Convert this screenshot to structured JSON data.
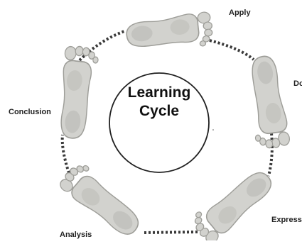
{
  "diagram": {
    "center_lines": [
      "Learning",
      "Cycle"
    ],
    "stages": [
      {
        "key": "apply",
        "label": "Apply"
      },
      {
        "key": "do",
        "label": "Do"
      },
      {
        "key": "express",
        "label": "Express"
      },
      {
        "key": "analysis",
        "label": "Analysis"
      },
      {
        "key": "conclusion",
        "label": "Conclusion"
      }
    ],
    "colors": {
      "footprint_fill": "#d2d2ce",
      "footprint_shade": "#b9b9b4",
      "footprint_edge": "#9e9e99",
      "dotted_line": "#3a3a3a",
      "circle_stroke": "#222222"
    }
  }
}
